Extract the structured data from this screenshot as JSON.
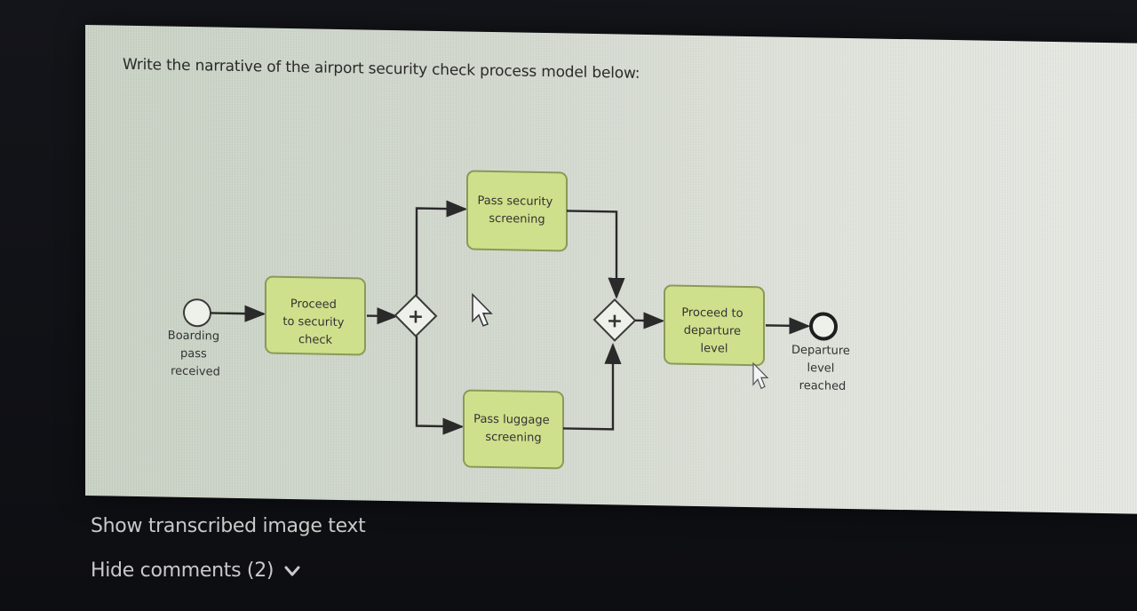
{
  "question": {
    "text": "Write the narrative of the airport security check process model below:"
  },
  "diagram": {
    "start_event": "Boarding pass received",
    "task_proceed_security": "Proceed to security check",
    "task_pass_security": "Pass security screening",
    "task_pass_luggage": "Pass luggage screening",
    "task_proceed_departure": "Proceed to departure level",
    "end_event": "Departure level reached",
    "split_gateway_symbol": "+",
    "join_gateway_symbol": "+",
    "task_fill_color": "#cfe08c",
    "task_border_color": "#8a9a58"
  },
  "footer": {
    "show_transcribed": "Show transcribed image text",
    "hide_comments": "Hide comments (2)",
    "chevron_icon": "chevron-down-icon"
  }
}
